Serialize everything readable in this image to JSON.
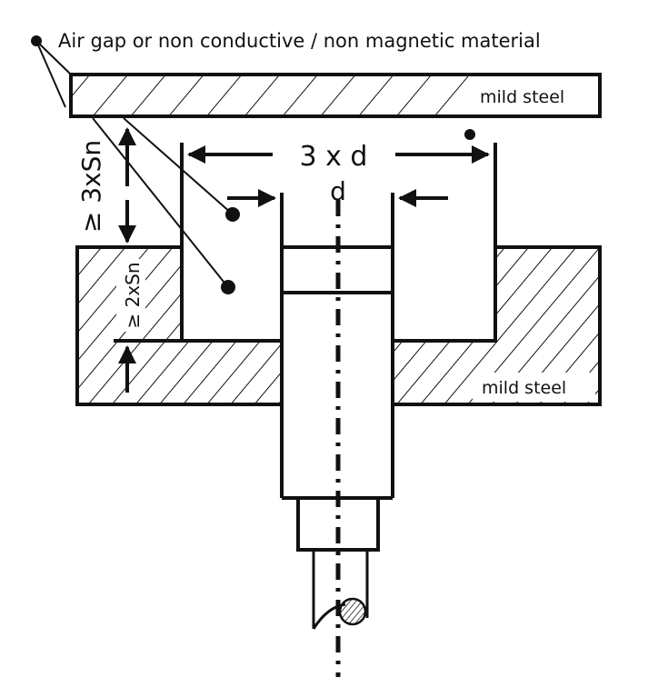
{
  "labels": {
    "note": "Air gap or non conductive / non magnetic material",
    "top_plate": "mild steel",
    "bottom_block": "mild steel",
    "width_dim": "3 x d",
    "diameter_dim": "d",
    "gap_dim": "≥ 3xSn",
    "depth_dim": "≥ 2xSn"
  },
  "colors": {
    "ink": "#111111",
    "background": "#ffffff"
  }
}
